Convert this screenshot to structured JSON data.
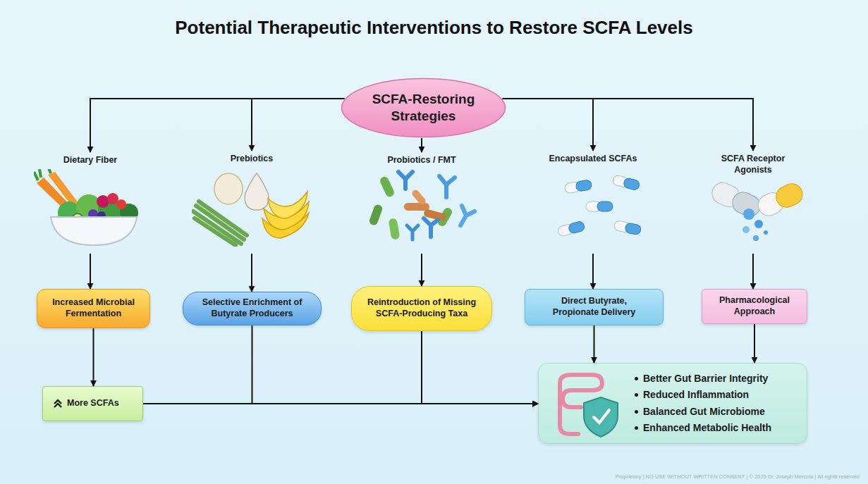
{
  "diagram": {
    "title": "Potential Therapeutic Interventions to Restore SCFA Levels",
    "nodes": [
      {
        "text": [
          "SCFA-Restoring Strategies"
        ]
      },
      {
        "text": [
          "Dietary Fiber"
        ]
      },
      {
        "text": [
          "Prebiotics"
        ]
      },
      {
        "text": [
          "Probiotics / FMT"
        ]
      },
      {
        "text": [
          "Encapsulated SCFAs"
        ]
      },
      {
        "text": [
          "SCFA Receptor Agonists"
        ]
      },
      {
        "text": [
          "Increased Microbial Fermentation"
        ]
      },
      {
        "text": [
          "Selective Enrichment of Butyrate Producers"
        ]
      },
      {
        "text": [
          "Reintroduction of Missing SCFA-Producing Taxa"
        ]
      },
      {
        "text": [
          "Direct Butyrate, Propionate Delivery"
        ]
      },
      {
        "text": [
          "Pharmacological Approach"
        ]
      },
      {
        "text": [
          "More SCFAs"
        ]
      },
      {
        "text": [
          "Better Gut Barrier Integrity",
          "Reduced Inflammation",
          "Balanced Gut Microbiome",
          "Enhanced Metabolic Health"
        ]
      }
    ],
    "edges": [
      {
        "from": 0,
        "to": 1,
        "arrow": "to"
      },
      {
        "from": 0,
        "to": 2,
        "arrow": "to"
      },
      {
        "from": 0,
        "to": 3,
        "arrow": "to"
      },
      {
        "from": 0,
        "to": 4,
        "arrow": "to"
      },
      {
        "from": 0,
        "to": 5,
        "arrow": "to"
      },
      {
        "from": 1,
        "to": 6,
        "arrow": "to"
      },
      {
        "from": 2,
        "to": 7,
        "arrow": "to"
      },
      {
        "from": 3,
        "to": 8,
        "arrow": "to"
      },
      {
        "from": 4,
        "to": 9,
        "arrow": "to"
      },
      {
        "from": 5,
        "to": 10,
        "arrow": "to"
      },
      {
        "from": 6,
        "to": 11,
        "arrow": "to"
      },
      {
        "from": 11,
        "to": 12,
        "arrow": "to"
      },
      {
        "from": 7,
        "to": 12,
        "arrow": "to"
      },
      {
        "from": 8,
        "to": 12,
        "arrow": "to"
      },
      {
        "from": 9,
        "to": 12,
        "arrow": "to"
      },
      {
        "from": 10,
        "to": 12,
        "arrow": "to"
      }
    ],
    "labels": [
      "Proprietary | NO USE WITHOUT WRITTEN CONSENT | © 2025 Dr. Joseph Mercola | All rights reserved"
    ]
  }
}
